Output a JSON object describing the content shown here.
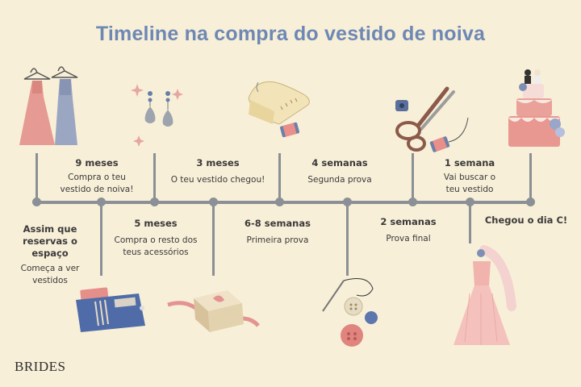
{
  "title": "Timeline na compra do vestido de noiva",
  "brand": "BRIDES",
  "milestones": [
    {
      "head": "Assim que reservas o espaço",
      "sub": "Começa a ver vestidos",
      "icon": "wallet-icon"
    },
    {
      "head": "9 meses",
      "sub": "Compra o teu vestido de noiva!",
      "icon": "dresses-icon"
    },
    {
      "head": "5 meses",
      "sub": "Compra o resto dos teus acessórios",
      "icon": "gift-box-icon"
    },
    {
      "head": "3 meses",
      "sub": "O teu vestido chegou!",
      "icon": "earrings-icon"
    },
    {
      "head": "6-8 semanas",
      "sub": "Primeira prova",
      "icon": "measuring-tape-icon"
    },
    {
      "head": "4 semanas",
      "sub": "Segunda prova",
      "icon": "needle-buttons-icon"
    },
    {
      "head": "2 semanas",
      "sub": "Prova final",
      "icon": "scissors-icon"
    },
    {
      "head": "1 semana",
      "sub": "Vai buscar o teu vestido",
      "icon": "cake-icon"
    },
    {
      "head": "Chegou o dia C!",
      "sub": "",
      "icon": "wedding-dress-icon"
    }
  ]
}
